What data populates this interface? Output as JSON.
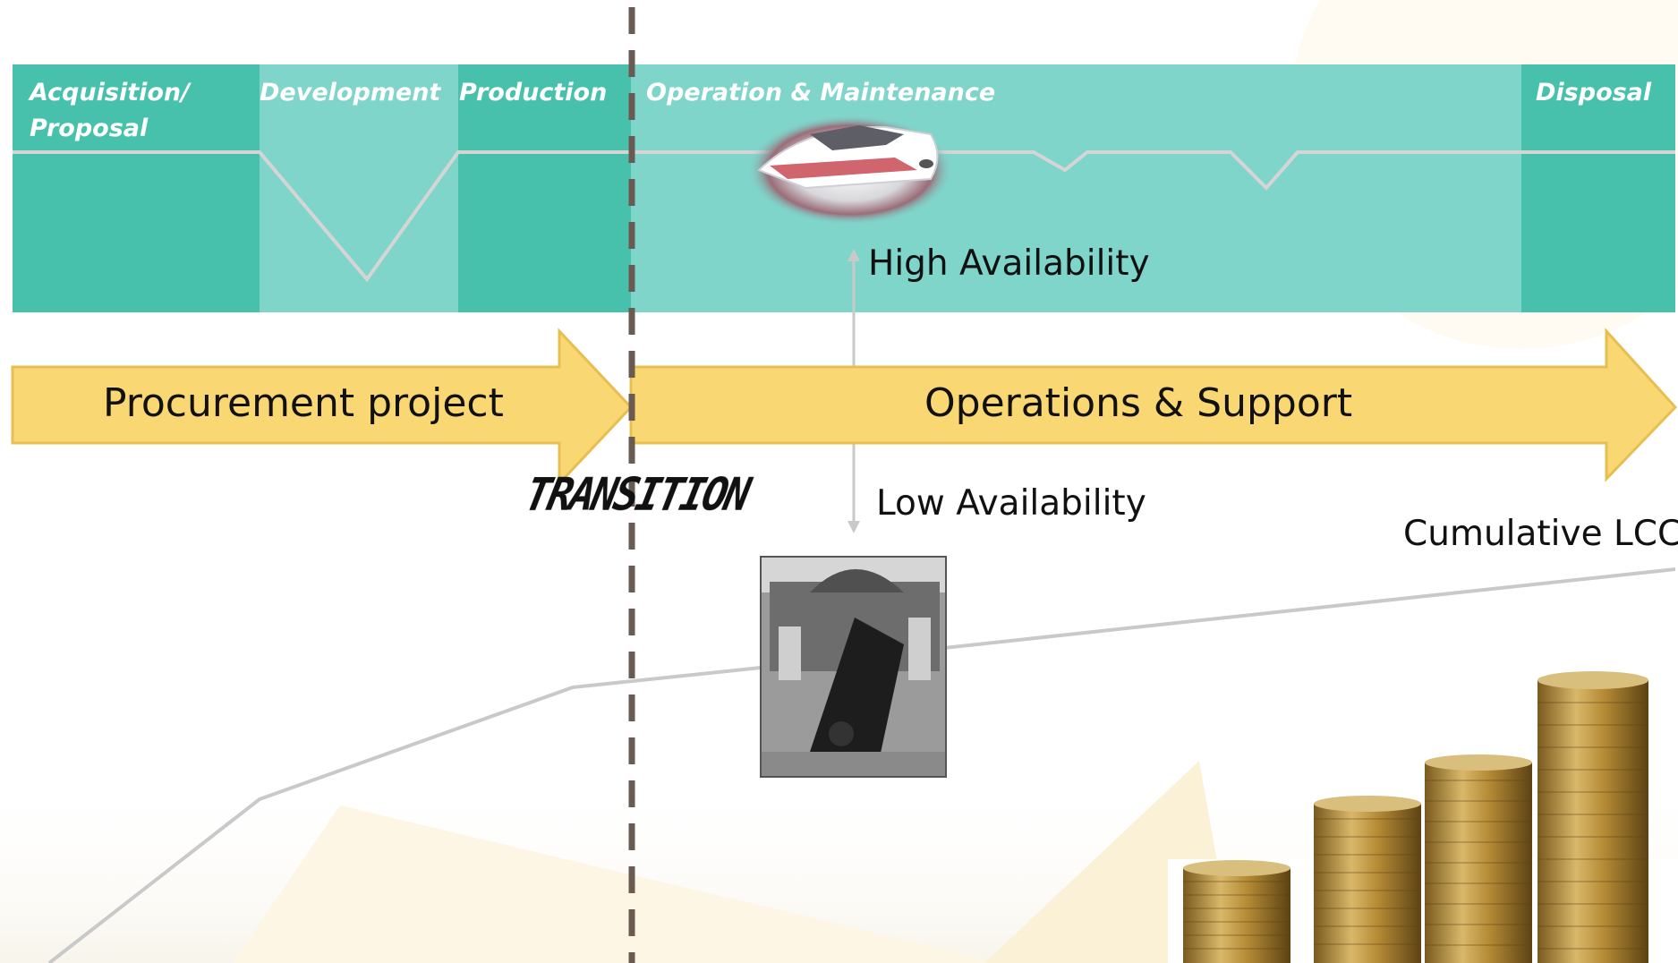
{
  "phases": {
    "acquisition": "Acquisition/\nProposal",
    "development": "Development",
    "production": "Production",
    "operation": "Operation & Maintenance",
    "disposal": "Disposal"
  },
  "arrows": {
    "procurement": "Procurement project",
    "operations": "Operations & Support"
  },
  "labels": {
    "high_availability": "High Availability",
    "low_availability": "Low Availability",
    "cumulative_lcc": "Cumulative LCC",
    "transition": "TRANSITION"
  },
  "colors": {
    "phase_dark": "#47c1ab",
    "phase_light": "#80d5cb",
    "arrow_fill": "#f9d773",
    "arrow_stroke": "#e7bf50",
    "divider": "#6b5a52",
    "line": "#c9c9c9"
  },
  "images": {
    "train": "high-speed-train-icon",
    "derailment": "train-crash-photo-icon",
    "coins": "coin-stacks-icon"
  }
}
